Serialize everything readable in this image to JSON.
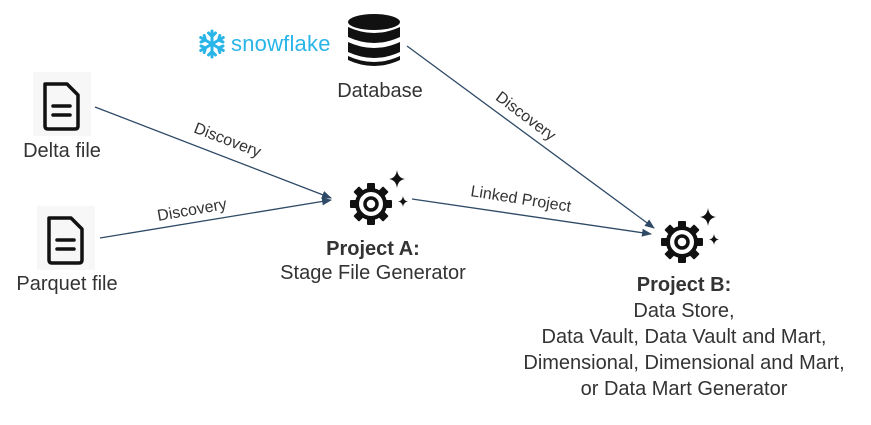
{
  "brand": {
    "name": "snowflake",
    "color": "#29B5E8"
  },
  "nodes": {
    "database": {
      "label": "Database",
      "icon": "database-icon"
    },
    "delta_file": {
      "label": "Delta file",
      "icon": "document-icon"
    },
    "parquet_file": {
      "label": "Parquet file",
      "icon": "document-icon"
    },
    "project_a": {
      "title": "Project A:",
      "subtitle": "Stage File Generator",
      "icon": "gear-sparkle-icon"
    },
    "project_b": {
      "title": "Project B:",
      "lines": [
        "Data Store,",
        "Data Vault, Data Vault and Mart,",
        "Dimensional, Dimensional and Mart,",
        "or Data Mart Generator"
      ],
      "icon": "gear-sparkle-icon"
    }
  },
  "edges": {
    "delta_to_a": "Discovery",
    "parquet_to_a": "Discovery",
    "db_to_b": "Discovery",
    "a_to_b": "Linked Project"
  },
  "colors": {
    "arrow": "#2E4A66",
    "text": "#333333",
    "icon": "#111111"
  }
}
